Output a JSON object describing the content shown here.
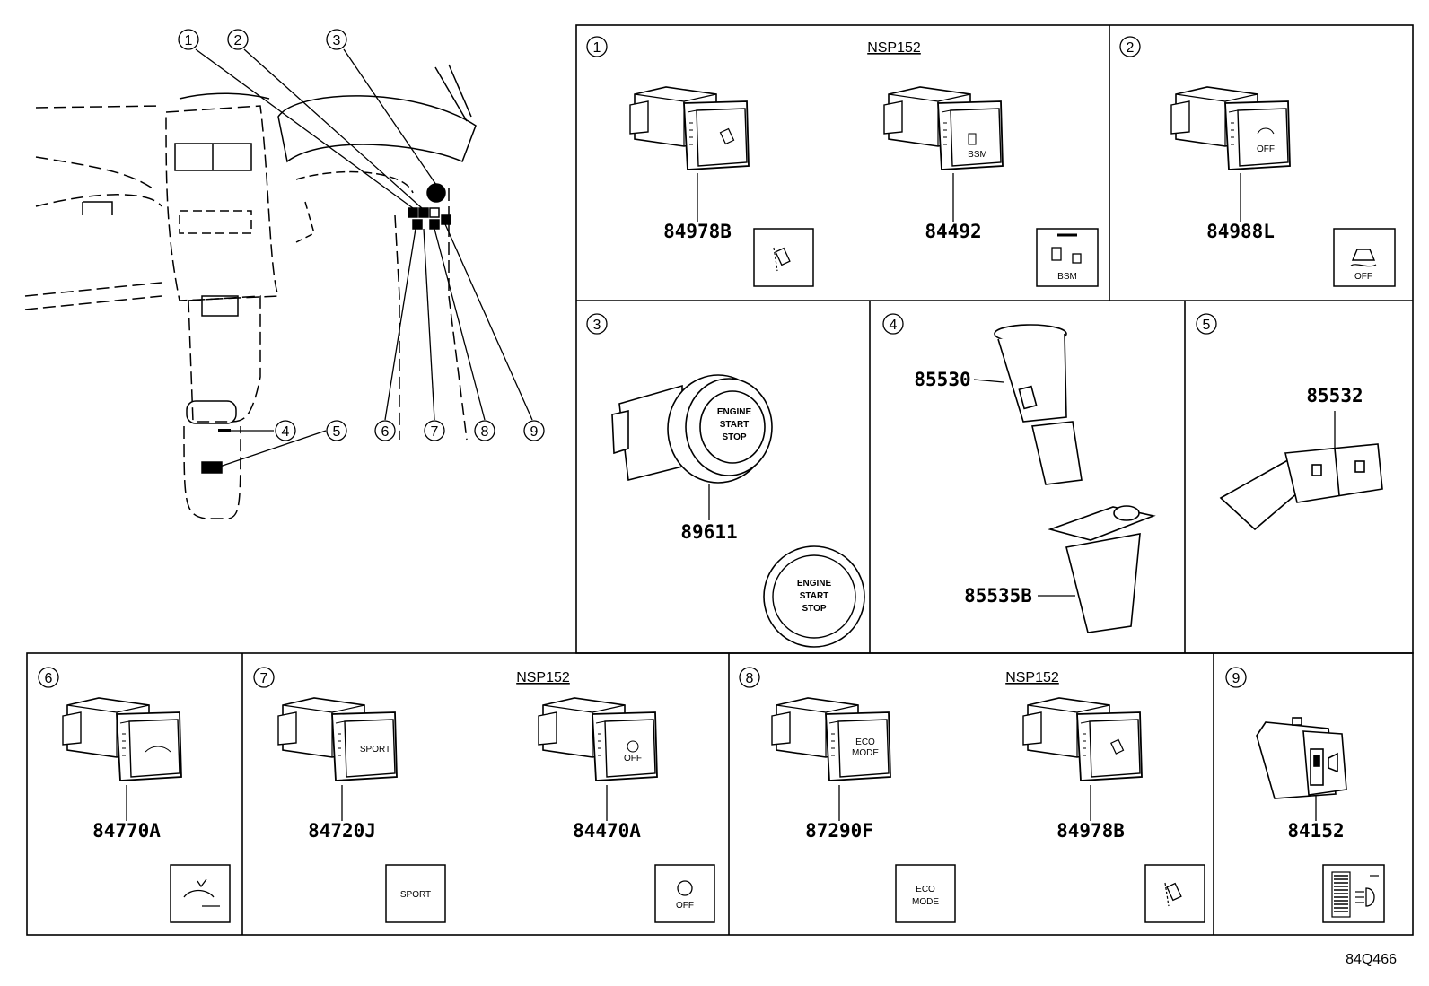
{
  "reference": "84Q466",
  "overview": {
    "callouts": [
      "1",
      "2",
      "3",
      "4",
      "5",
      "6",
      "7",
      "8",
      "9"
    ]
  },
  "panels": [
    {
      "id": "1",
      "note": "NSP152",
      "parts": [
        {
          "number": "84978B",
          "icon": "lane-departure-icon"
        },
        {
          "number": "84492",
          "icon": "bsm-icon",
          "icon_text": "BSM"
        }
      ]
    },
    {
      "id": "2",
      "parts": [
        {
          "number": "84988L",
          "icon": "traction-control-off-icon",
          "icon_text": "OFF"
        }
      ]
    },
    {
      "id": "3",
      "parts": [
        {
          "number": "89611",
          "icon": "engine-start-stop-icon",
          "icon_text": [
            "ENGINE",
            "START",
            "STOP"
          ]
        }
      ]
    },
    {
      "id": "4",
      "parts": [
        {
          "number": "85530"
        },
        {
          "number": "85535B"
        }
      ]
    },
    {
      "id": "5",
      "parts": [
        {
          "number": "85532"
        }
      ]
    },
    {
      "id": "6",
      "parts": [
        {
          "number": "84770A",
          "icon": "pre-collision-icon"
        }
      ]
    },
    {
      "id": "7",
      "note": "NSP152",
      "parts": [
        {
          "number": "84720J",
          "icon": "sport-mode-icon",
          "icon_text": "SPORT"
        },
        {
          "number": "84470A",
          "icon": "auto-stop-off-icon",
          "icon_text": "OFF"
        }
      ]
    },
    {
      "id": "8",
      "note": "NSP152",
      "parts": [
        {
          "number": "87290F",
          "icon": "eco-mode-icon",
          "icon_text": [
            "ECO",
            "MODE"
          ]
        },
        {
          "number": "84978B",
          "icon": "lane-departure-icon"
        }
      ]
    },
    {
      "id": "9",
      "parts": [
        {
          "number": "84152",
          "icon": "headlight-level-icon"
        }
      ]
    }
  ]
}
